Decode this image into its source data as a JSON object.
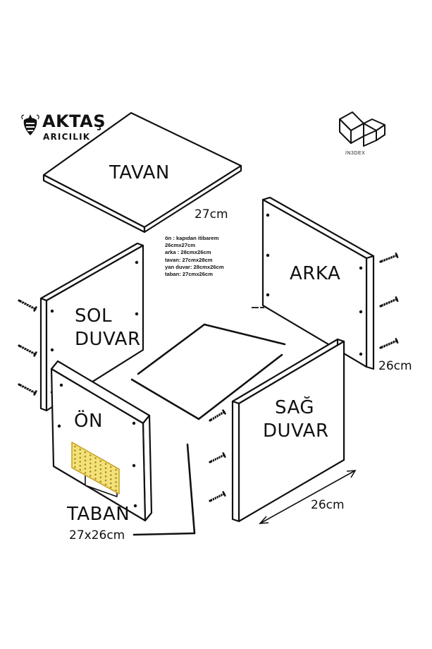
{
  "brand": {
    "name": "AKTAŞ",
    "tagline": "ARICILIK"
  },
  "index_logo": {
    "label": "İN3DEX"
  },
  "panels": {
    "top": "TAVAN",
    "back": "ARKA",
    "left_wall_line1": "SOL",
    "left_wall_line2": "DUVAR",
    "front": "ÖN",
    "right_wall_line1": "SAĞ",
    "right_wall_line2": "DUVAR",
    "bottom": "TABAN"
  },
  "dimensions": {
    "top_width": "27cm",
    "back_height": "26cm",
    "right_wall_length": "26cm",
    "bottom_size": "27x26cm"
  },
  "notes": [
    "ön :  kapıdan itibarem",
    "26cmx27cm",
    "arka : 28cmx26cm",
    "tavan: 27cmx28cm",
    "yan duvar: 28cmx26cm",
    "taban: 27cmx26cm"
  ],
  "colors": {
    "line": "#111111",
    "panel_fill": "#ffffff",
    "vent_fill": "#f3e27a",
    "vent_stroke": "#c8a42a"
  }
}
